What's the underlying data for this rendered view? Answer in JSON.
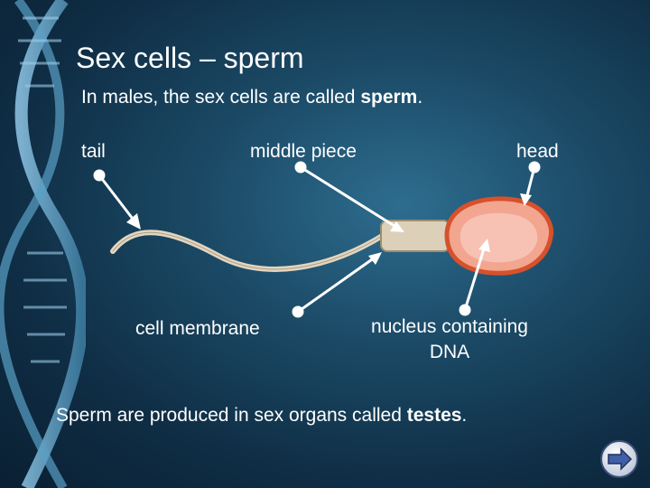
{
  "title": "Sex cells – sperm",
  "intro": {
    "prefix": "In males, the sex cells are called ",
    "bold": "sperm",
    "suffix": "."
  },
  "labels": {
    "tail": "tail",
    "middle_piece": "middle piece",
    "head": "head",
    "cell_membrane": "cell membrane",
    "nucleus_line1": "nucleus containing",
    "nucleus_line2": "DNA"
  },
  "footer": {
    "prefix": "Sperm are produced in sex organs called ",
    "bold": "testes",
    "suffix": "."
  },
  "colors": {
    "head_fill": "#f2a58f",
    "head_stroke": "#d6512c",
    "nucleus_fill": "#f7c8bb",
    "midpiece_fill": "#ddd0b8",
    "tail_color": "#e3d6bf"
  },
  "icons": {
    "next": "next-arrow-icon"
  }
}
